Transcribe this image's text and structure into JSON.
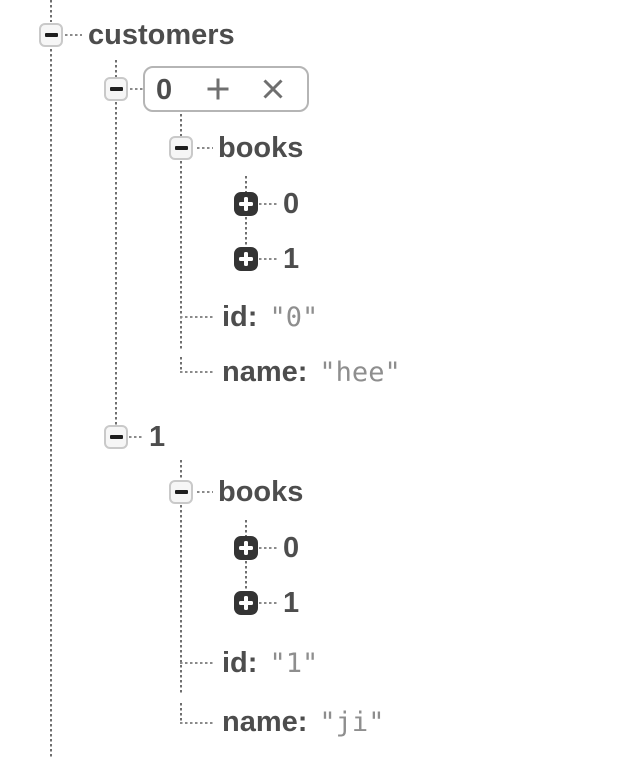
{
  "tree": {
    "root": {
      "label": "customers"
    },
    "items": [
      {
        "label": "0",
        "toolbar": {
          "add_icon": "plus",
          "remove_icon": "close",
          "icon_color": "#6f6f6f"
        },
        "books": {
          "label": "books",
          "children": [
            {
              "label": "0"
            },
            {
              "label": "1"
            }
          ]
        },
        "fields": [
          {
            "key": "id:",
            "value": "\"0\""
          },
          {
            "key": "name:",
            "value": "\"hee\""
          }
        ]
      },
      {
        "label": "1",
        "books": {
          "label": "books",
          "children": [
            {
              "label": "0"
            },
            {
              "label": "1"
            }
          ]
        },
        "fields": [
          {
            "key": "id:",
            "value": "\"1\""
          },
          {
            "key": "name:",
            "value": "\"ji\""
          }
        ]
      }
    ]
  },
  "colors": {
    "key_text": "#4d4d4d",
    "value_text": "#8e8e8e",
    "guide_dots": "#6f6f6f",
    "toggle_open_bg": "#f6f6f6",
    "toggle_open_border": "#c9c9c9",
    "toggle_closed_bg": "#343434",
    "toolbar_border": "#b5b5b5",
    "background": "#ffffff"
  }
}
